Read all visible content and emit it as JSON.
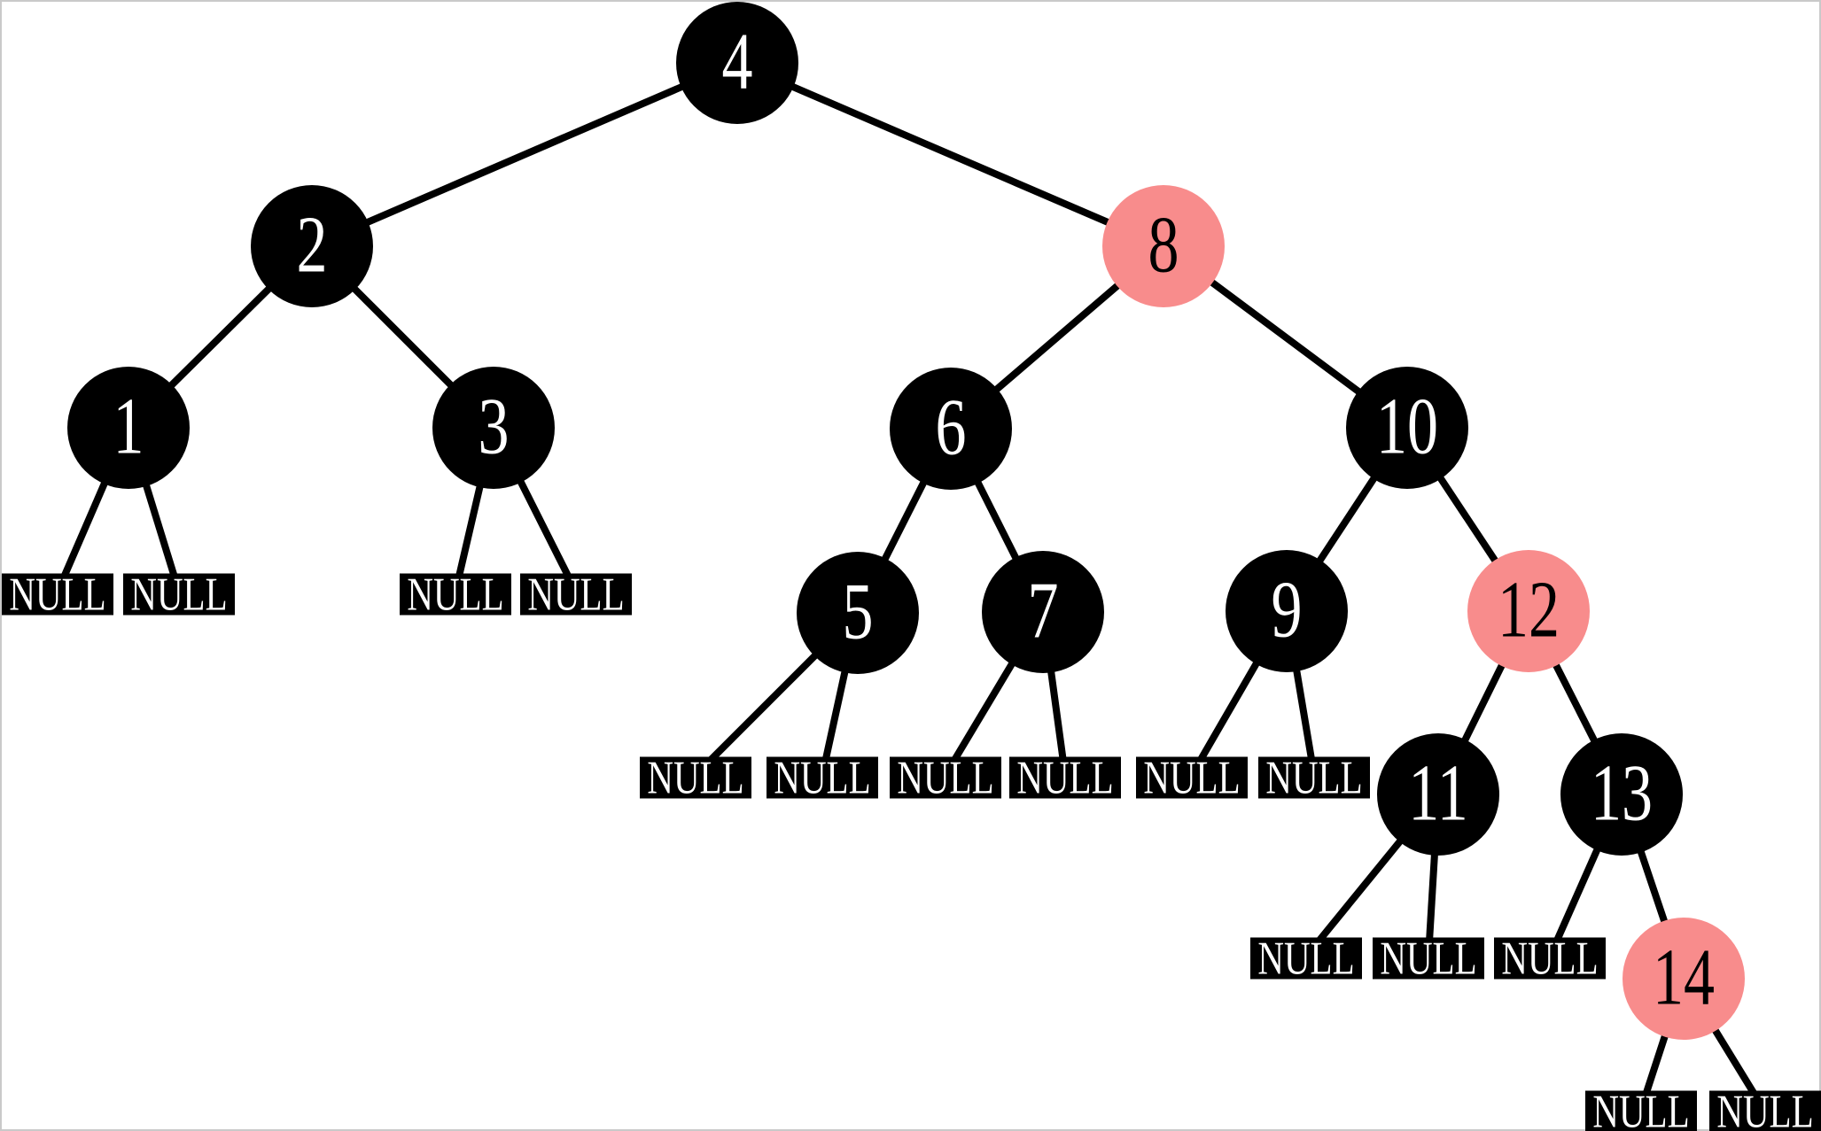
{
  "page": {
    "background": "#ffffff",
    "border_color": "#c9c9c9"
  },
  "tree": {
    "type": "red-black-tree",
    "null_label": "NULL",
    "colors": {
      "black_node": "#000000",
      "red_node": "#F88C8C",
      "black_node_text": "#ffffff",
      "red_node_text": "#000000",
      "edge": "#000000",
      "null_bg": "#000000",
      "null_text": "#ffffff"
    },
    "nodes": {
      "n4": {
        "label": "4",
        "color": "black"
      },
      "n2": {
        "label": "2",
        "color": "black"
      },
      "n8": {
        "label": "8",
        "color": "red"
      },
      "n1": {
        "label": "1",
        "color": "black"
      },
      "n3": {
        "label": "3",
        "color": "black"
      },
      "n6": {
        "label": "6",
        "color": "black"
      },
      "n10": {
        "label": "10",
        "color": "black"
      },
      "n5": {
        "label": "5",
        "color": "black"
      },
      "n7": {
        "label": "7",
        "color": "black"
      },
      "n9": {
        "label": "9",
        "color": "black"
      },
      "n12": {
        "label": "12",
        "color": "red"
      },
      "n11": {
        "label": "11",
        "color": "black"
      },
      "n13": {
        "label": "13",
        "color": "black"
      },
      "n14": {
        "label": "14",
        "color": "red"
      }
    },
    "structure": {
      "root": "4",
      "children": {
        "4": [
          "2",
          "8"
        ],
        "2": [
          "1",
          "3"
        ],
        "8": [
          "6",
          "10"
        ],
        "1": [
          "NULL",
          "NULL"
        ],
        "3": [
          "NULL",
          "NULL"
        ],
        "6": [
          "5",
          "7"
        ],
        "10": [
          "9",
          "12"
        ],
        "5": [
          "NULL",
          "NULL"
        ],
        "7": [
          "NULL",
          "NULL"
        ],
        "9": [
          "NULL",
          "NULL"
        ],
        "12": [
          "11",
          "13"
        ],
        "11": [
          "NULL",
          "NULL"
        ],
        "13": [
          "NULL",
          "14"
        ],
        "14": [
          "NULL",
          "NULL"
        ]
      }
    }
  }
}
